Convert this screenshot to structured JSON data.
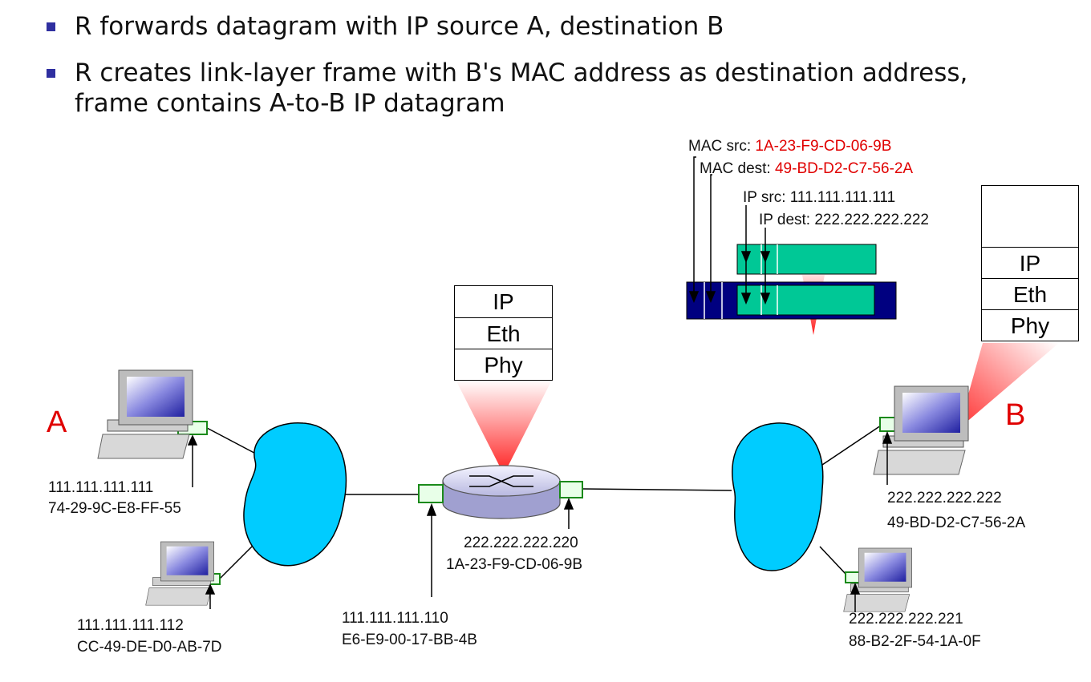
{
  "bullets": [
    "R forwards datagram with IP source A, destination B",
    "R creates link-layer frame with B's MAC address as destination address,",
    "frame contains A-to-B IP datagram"
  ],
  "frame_labels": {
    "mac_src_key": "MAC src: ",
    "mac_src_val": "1A-23-F9-CD-06-9B",
    "mac_dest_key": "MAC dest: ",
    "mac_dest_val": "49-BD-D2-C7-56-2A",
    "ip_src": "IP src: 111.111.111.111",
    "ip_dest": "IP dest: 222.222.222.222"
  },
  "router_stack": [
    "IP",
    "Eth",
    "Phy"
  ],
  "b_stack": [
    "IP",
    "Eth",
    "Phy"
  ],
  "hosts": {
    "a_label": "A",
    "b_label": "B",
    "a_ip": "111.111.111.111",
    "a_mac": "74-29-9C-E8-FF-55",
    "a2_ip": "111.111.111.112",
    "a2_mac": "CC-49-DE-D0-AB-7D",
    "b_ip": "222.222.222.222",
    "b_mac": "49-BD-D2-C7-56-2A",
    "b2_ip": "222.222.222.221",
    "b2_mac": "88-B2-2F-54-1A-0F"
  },
  "router": {
    "left_ip": "111.111.111.110",
    "left_mac": "E6-E9-00-17-BB-4B",
    "right_ip": "222.222.222.220",
    "right_mac": "1A-23-F9-CD-06-9B"
  },
  "colors": {
    "accent_red": "#e00000",
    "frame_navy": "#000080",
    "datagram_teal": "#00c896",
    "cloud_cyan": "#00ccff",
    "adapter_green": "#1a8a1a"
  }
}
